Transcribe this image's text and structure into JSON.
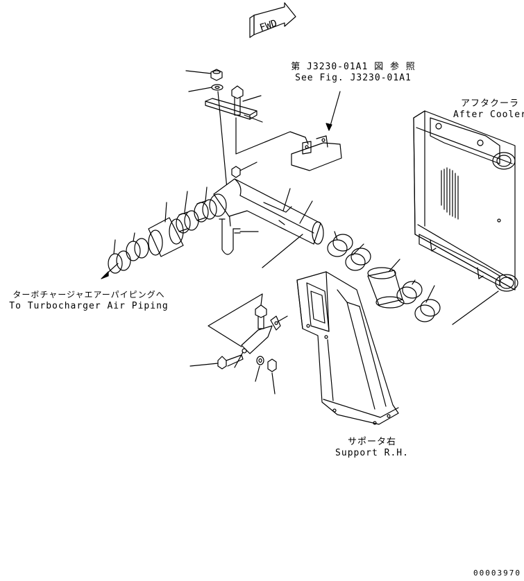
{
  "fwd_arrow": "FWD",
  "see_fig": {
    "jp": "第 J3230-01A1 図 参 照",
    "en": "See Fig. J3230-01A1"
  },
  "after_cooler": {
    "jp": "アフタクーラ",
    "en": "After Cooler"
  },
  "turbo_piping": {
    "jp": "ターボチャージャエアーパイピングへ",
    "en": "To Turbocharger Air Piping"
  },
  "support_rh": {
    "jp": "サポータ右",
    "en": "Support R.H."
  },
  "drawing_number": "00003970"
}
